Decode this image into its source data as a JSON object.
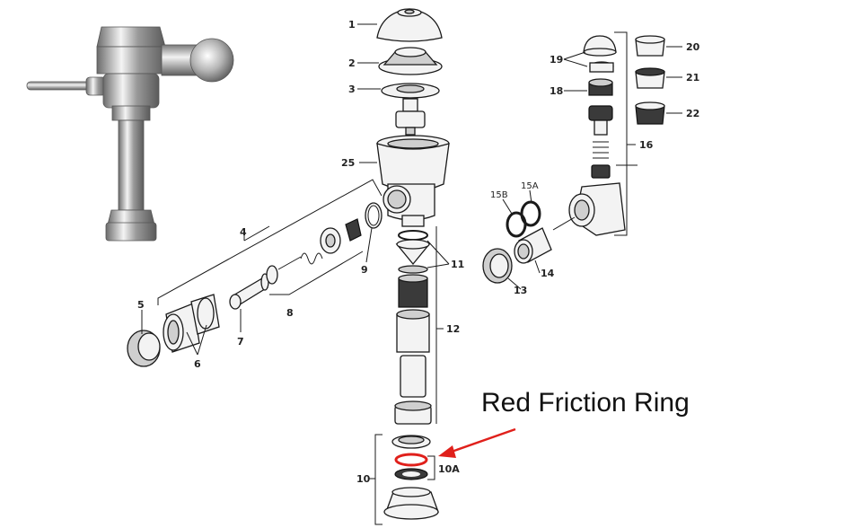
{
  "callout": {
    "text": "Red Friction Ring",
    "color": "#e0201b"
  },
  "labels": {
    "p1": "1",
    "p2": "2",
    "p3": "3",
    "p4": "4",
    "p5": "5",
    "p6": "6",
    "p7": "7",
    "p8": "8",
    "p9": "9",
    "p10": "10",
    "p10a": "10A",
    "p11": "11",
    "p12": "12",
    "p13": "13",
    "p14": "14",
    "p15a": "15A",
    "p15b": "15B",
    "p16": "16",
    "p18": "18",
    "p19": "19",
    "p20": "20",
    "p21": "21",
    "p22": "22",
    "p25": "25"
  }
}
